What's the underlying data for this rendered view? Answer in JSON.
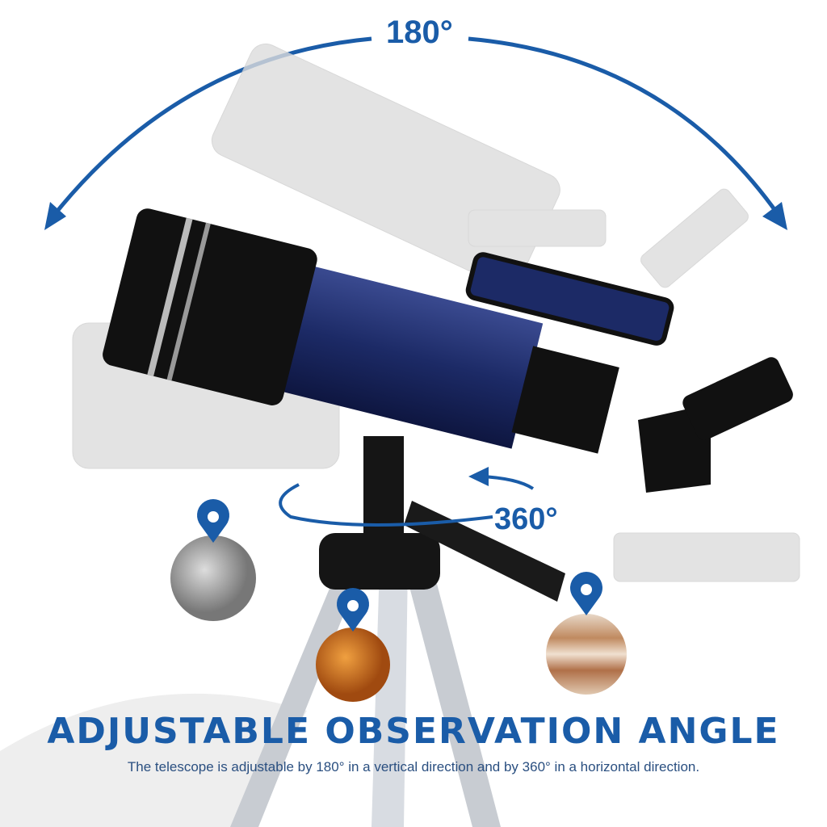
{
  "labels": {
    "vertical_angle": "180°",
    "horizontal_angle": "360°"
  },
  "heading": "ADJUSTABLE OBSERVATION ANGLE",
  "description": "The telescope is adjustable by 180° in a vertical direction and by 360° in a horizontal direction.",
  "colors": {
    "accent": "#1a5ca8",
    "tube": "#1c2a66",
    "tube_black": "#111111",
    "ghost": "#d9d9d9"
  },
  "icons": [
    "arc-arrow-icon",
    "rotate-arrow-icon",
    "location-pin-icon"
  ],
  "planets": [
    "moon",
    "venus",
    "jupiter"
  ]
}
